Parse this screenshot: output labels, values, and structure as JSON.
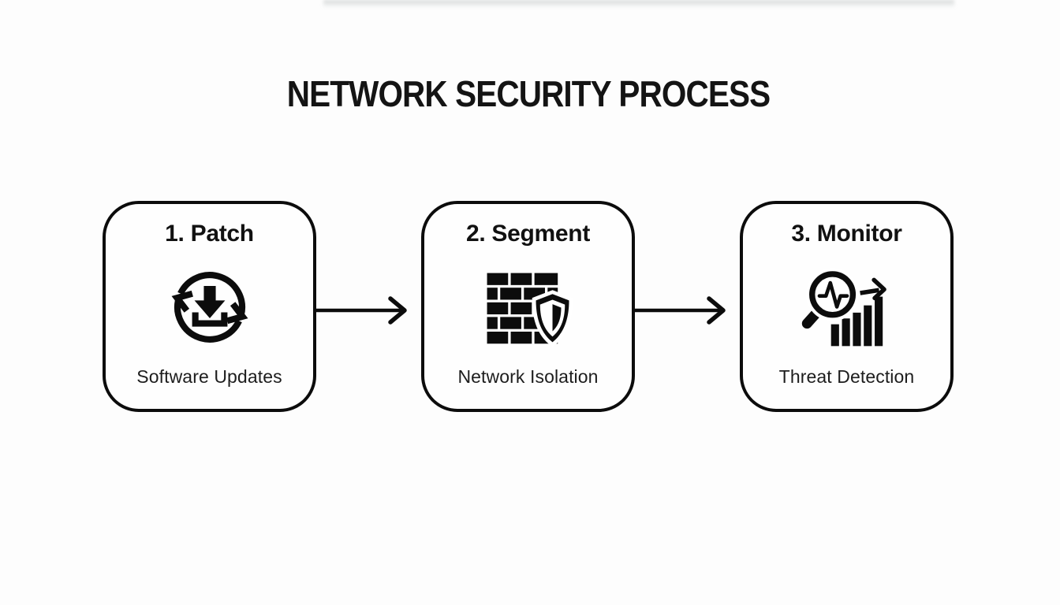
{
  "title": "NETWORK SECURITY PROCESS",
  "steps": [
    {
      "heading": "1. Patch",
      "caption": "Software Updates",
      "icon": "software-update-refresh-icon"
    },
    {
      "heading": "2. Segment",
      "caption": "Network Isolation",
      "icon": "firewall-shield-icon"
    },
    {
      "heading": "3. Monitor",
      "caption": "Threat Detection",
      "icon": "threat-detection-magnifier-icon"
    }
  ],
  "colors": {
    "ink": "#0c0c0c",
    "background": "#fdfdfd"
  }
}
